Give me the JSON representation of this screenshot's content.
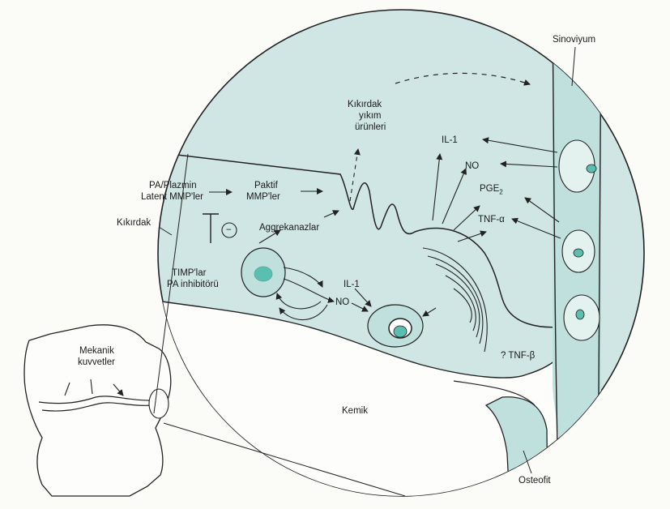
{
  "labels": {
    "sinoviyum": "Sinoviyum",
    "yikim_1": "Kıkırdak",
    "yikim_2": "yıkım",
    "yikim_3": "ürünleri",
    "il1_top": "IL-1",
    "no_top": "NO",
    "pge": "PGE",
    "pge_sub": "2",
    "tnf_alpha": "TNF-α",
    "pa_plazmin": "PA/Plazmin",
    "latent_mmp": "Latent MMP'ler",
    "paktif": "Paktif",
    "mmp": "MMP'ler",
    "kikirdak": "Kıkırdak",
    "aggrekanazlar": "Aggrekanazlar",
    "timp": "TIMP'lar",
    "pa_inhib": "PA inhibitörü",
    "il1_mid": "IL-1",
    "no_mid": "NO",
    "tnf_beta": "? TNF-β",
    "mekanik": "Mekanik",
    "kuvvetler": "kuvvetler",
    "kemik": "Kemik",
    "osteofit": "Osteofit",
    "inhibit_symbol": "−"
  },
  "colors": {
    "fill": "#cfe6e4",
    "line": "#222222",
    "nucleus": "#5bbfb0"
  }
}
